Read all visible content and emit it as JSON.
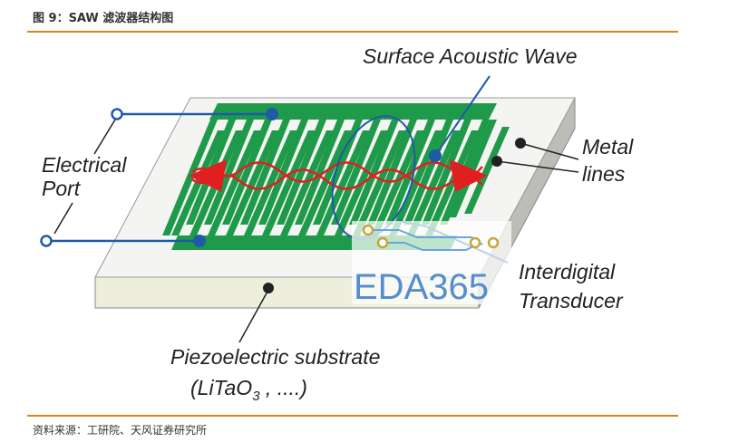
{
  "figure": {
    "title": "图 9：SAW 滤波器结构图",
    "source": "资料来源：工研院、天风证券研究所"
  },
  "labels": {
    "surface_wave": "Surface Acoustic Wave",
    "metal_lines_1": "Metal",
    "metal_lines_2": "lines",
    "electrical_port_1": "Electrical",
    "electrical_port_2": "Port",
    "idt_1": "Interdigital",
    "idt_2": "Transducer",
    "substrate_1": "Piezoelectric substrate",
    "substrate_2_pre": "(LiTaO",
    "substrate_2_sub": "3",
    "substrate_2_post": " , ....)"
  },
  "watermark": {
    "text": "EDA365"
  },
  "colors": {
    "accent_rule": "#d9861c",
    "electrode_green": "#1f9a4a",
    "substrate_top": "#f2f2ea",
    "substrate_side": "#c9c9c4",
    "wire_blue": "#1e5aa8",
    "wave_red": "#e02020",
    "watermark_blue": "#3a7bc8"
  }
}
